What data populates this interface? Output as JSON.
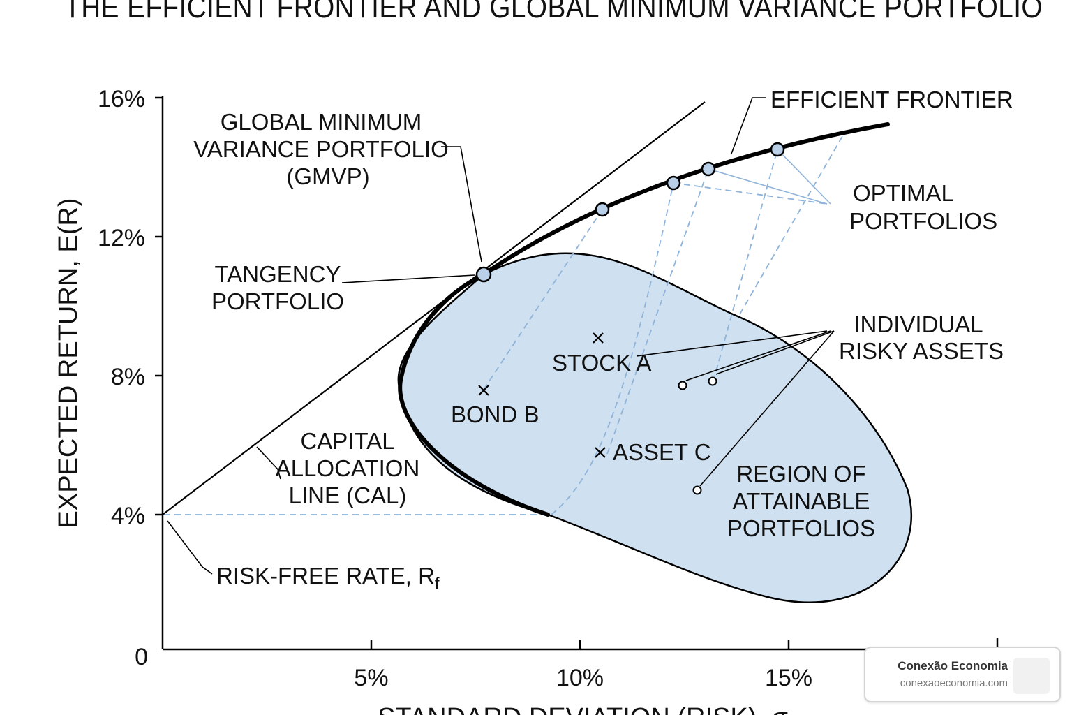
{
  "title": "THE EFFICIENT FRONTIER AND GLOBAL MINIMUM VARIANCE PORTFOLIO",
  "axes": {
    "ylabel": "EXPECTED RETURN, E(R)",
    "xlabel": "STANDARD DEVIATION (RISK), σ",
    "y_ticks": [
      "0",
      "4%",
      "8%",
      "12%",
      "16%"
    ],
    "x_ticks": [
      "5%",
      "10%",
      "15%"
    ]
  },
  "labels": {
    "efficient_frontier": "EFFICIENT FRONTIER",
    "gmvp": [
      "GLOBAL MINIMUM",
      "VARIANCE PORTFOLIO",
      "(GMVP)"
    ],
    "tangency": [
      "TANGENCY",
      "PORTFOLIO"
    ],
    "optimal": [
      "OPTIMAL",
      "PORTFOLIOS"
    ],
    "individual": [
      "INDIVIDUAL",
      "RISKY ASSETS"
    ],
    "cal": [
      "CAPITAL",
      "ALLOCATION",
      "LINE (CAL)"
    ],
    "rf": "RISK-FREE RATE, R",
    "rf_sub": "f",
    "region": [
      "REGION OF",
      "ATTAINABLE",
      "PORTFOLIOS"
    ],
    "stock_a": "STOCK A",
    "bond_b": "BOND B",
    "asset_c": "ASSET C"
  },
  "colors": {
    "region_fill": "#cfe0f0",
    "frontier": "#000000",
    "dashed": "#8fb3d9",
    "point_fill": "#b9d0e8"
  },
  "chart_data": {
    "type": "scatter",
    "title": "THE EFFICIENT FRONTIER AND GLOBAL MINIMUM VARIANCE PORTFOLIO",
    "xlabel": "STANDARD DEVIATION (RISK), σ",
    "ylabel": "EXPECTED RETURN, E(R)",
    "xlim": [
      0,
      20
    ],
    "ylim": [
      0,
      16
    ],
    "risk_free_rate": 4,
    "tangency_portfolio": {
      "x": 7.7,
      "y": 10.9
    },
    "optimal_portfolios": [
      {
        "x": 10.5,
        "y": 12.8
      },
      {
        "x": 12.2,
        "y": 13.6
      },
      {
        "x": 13.1,
        "y": 14.0
      },
      {
        "x": 14.8,
        "y": 14.5
      }
    ],
    "assets": [
      {
        "name": "STOCK A",
        "x": 10.5,
        "y": 9.1
      },
      {
        "name": "BOND B",
        "x": 7.7,
        "y": 7.6
      },
      {
        "name": "ASSET C",
        "x": 10.5,
        "y": 5.8
      }
    ],
    "risky_assets": [
      {
        "x": 12.5,
        "y": 7.7
      },
      {
        "x": 13.2,
        "y": 7.8
      },
      {
        "x": 12.8,
        "y": 4.7
      }
    ]
  },
  "badge": {
    "name": "Conexão Economia",
    "url": "conexaoeconomia.com"
  }
}
